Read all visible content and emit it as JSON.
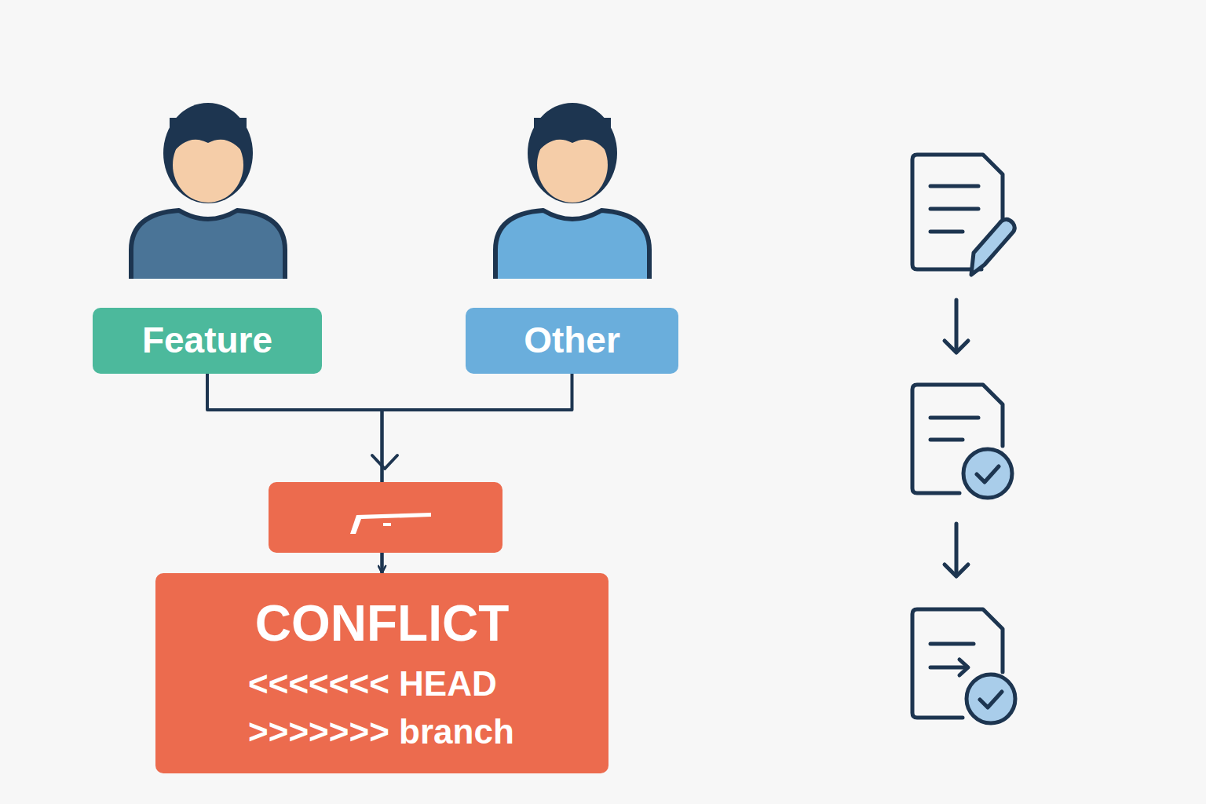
{
  "diagram": {
    "nodes": [
      {
        "text": [
          "Feature"
        ]
      },
      {
        "text": [
          "Other"
        ]
      },
      {
        "text": [
          "CONFLICT",
          "<<<<<<< HEAD",
          ">>>>>>> branch"
        ]
      }
    ],
    "edges": [
      {
        "from": 0,
        "to": 2,
        "arrow": "to"
      },
      {
        "from": 1,
        "to": 2,
        "arrow": "to"
      }
    ]
  }
}
